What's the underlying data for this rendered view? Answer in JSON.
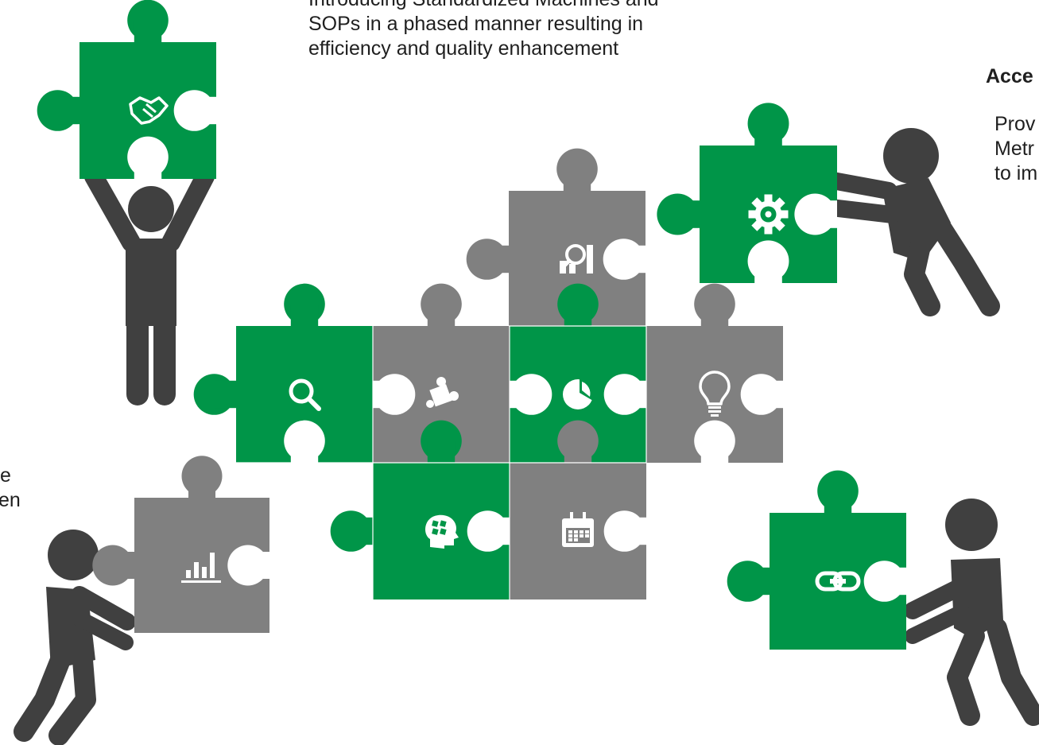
{
  "intro_text": {
    "lines": [
      "Introducing Standardized Machines and",
      "SOPs in a phased manner resulting in",
      "efficiency and quality enhancement"
    ]
  },
  "right_text": {
    "title": "Acce",
    "lines": [
      "Prov",
      "Metr",
      "to im"
    ]
  },
  "left_text": {
    "lines": [
      "e",
      "en"
    ]
  },
  "colors": {
    "green": "#009548",
    "gray": "#808080",
    "figure": "#404040",
    "icon": "#ffffff"
  },
  "pieces": [
    {
      "name": "piece-handshake",
      "icon": "handshake-icon",
      "color": "green"
    },
    {
      "name": "piece-gear",
      "icon": "gear-icon",
      "color": "green"
    },
    {
      "name": "piece-analytics",
      "icon": "search-chart-icon",
      "color": "gray"
    },
    {
      "name": "piece-search",
      "icon": "search-icon",
      "color": "green"
    },
    {
      "name": "piece-puzzle",
      "icon": "puzzle-icon",
      "color": "gray"
    },
    {
      "name": "piece-pie-chart",
      "icon": "pie-chart-icon",
      "color": "green"
    },
    {
      "name": "piece-idea",
      "icon": "lightbulb-icon",
      "color": "gray"
    },
    {
      "name": "piece-brain",
      "icon": "brain-icon",
      "color": "green"
    },
    {
      "name": "piece-calendar",
      "icon": "calendar-icon",
      "color": "gray"
    },
    {
      "name": "piece-bar-chart",
      "icon": "bar-chart-icon",
      "color": "gray"
    },
    {
      "name": "piece-link",
      "icon": "link-icon",
      "color": "green"
    }
  ]
}
